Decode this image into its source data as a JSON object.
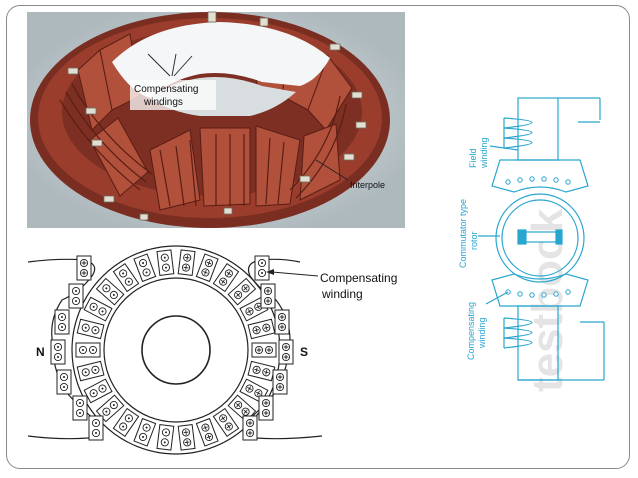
{
  "photo": {
    "label_compensating_line1": "Compensating",
    "label_compensating_line2": "windings",
    "label_interpole": "Interpole"
  },
  "cross_section": {
    "label_compensating_line1": "Compensating",
    "label_compensating_line2": "winding",
    "pole_north": "N",
    "pole_south": "S"
  },
  "schematic": {
    "label_field_line1": "Field",
    "label_field_line2": "winding",
    "label_rotor_line1": "Commutator type",
    "label_rotor_line2": "rotor",
    "label_comp_line1": "Compensating",
    "label_comp_line2": "winding",
    "watermark": "testbook",
    "color": "#29a6cf"
  }
}
